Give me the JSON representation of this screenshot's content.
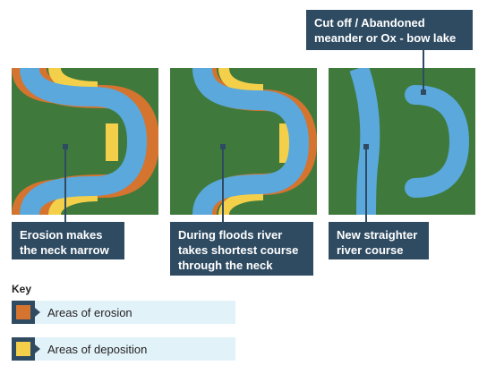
{
  "colors": {
    "land": "#3f7a3c",
    "river": "#5aa8dc",
    "erosion": "#d5742f",
    "deposition": "#f4d04a",
    "callout": "#2f4b62",
    "key_band": "#e2f2f9"
  },
  "callouts": {
    "top": [
      "Cut off / Abandoned",
      "meander or Ox - bow lake"
    ],
    "stage1": [
      "Erosion makes",
      "the neck narrow"
    ],
    "stage2": [
      "During floods river",
      "takes shortest course",
      "through the neck"
    ],
    "stage3": [
      "New straighter",
      "river course"
    ]
  },
  "key": {
    "title": "Key",
    "items": [
      {
        "label": "Areas of erosion",
        "color": "#d5742f"
      },
      {
        "label": "Areas of deposition",
        "color": "#f4d04a"
      }
    ]
  }
}
